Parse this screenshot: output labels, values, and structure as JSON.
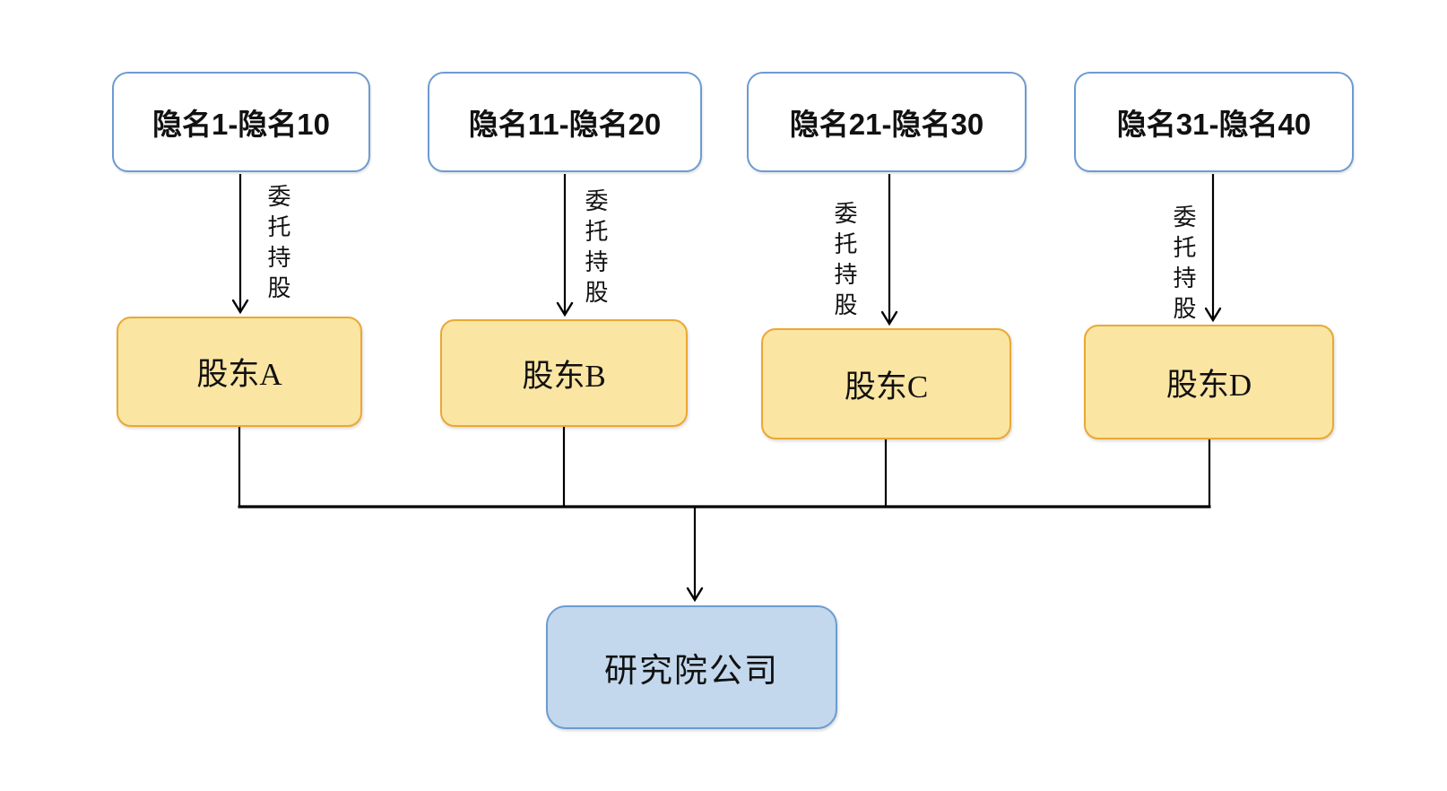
{
  "diagram": {
    "title": "equity-holding-structure",
    "columns": [
      {
        "top_label": "隐名1-隐名10",
        "edge_label": "委托持股",
        "shareholder_label": "股东A"
      },
      {
        "top_label": "隐名11-隐名20",
        "edge_label": "委托持股",
        "shareholder_label": "股东B"
      },
      {
        "top_label": "隐名21-隐名30",
        "edge_label": "委托持股",
        "shareholder_label": "股东C"
      },
      {
        "top_label": "隐名31-隐名40",
        "edge_label": "委托持股",
        "shareholder_label": "股东D"
      }
    ],
    "company_label": "研究院公司",
    "colors": {
      "top_box_border": "#6c9bd2",
      "top_box_fill": "#ffffff",
      "shareholder_fill": "#fbe5a3",
      "shareholder_border": "#eba832",
      "company_fill": "#c3d8ed",
      "company_border": "#6c9bd2",
      "connector": "#000000",
      "text": "#111111"
    }
  }
}
